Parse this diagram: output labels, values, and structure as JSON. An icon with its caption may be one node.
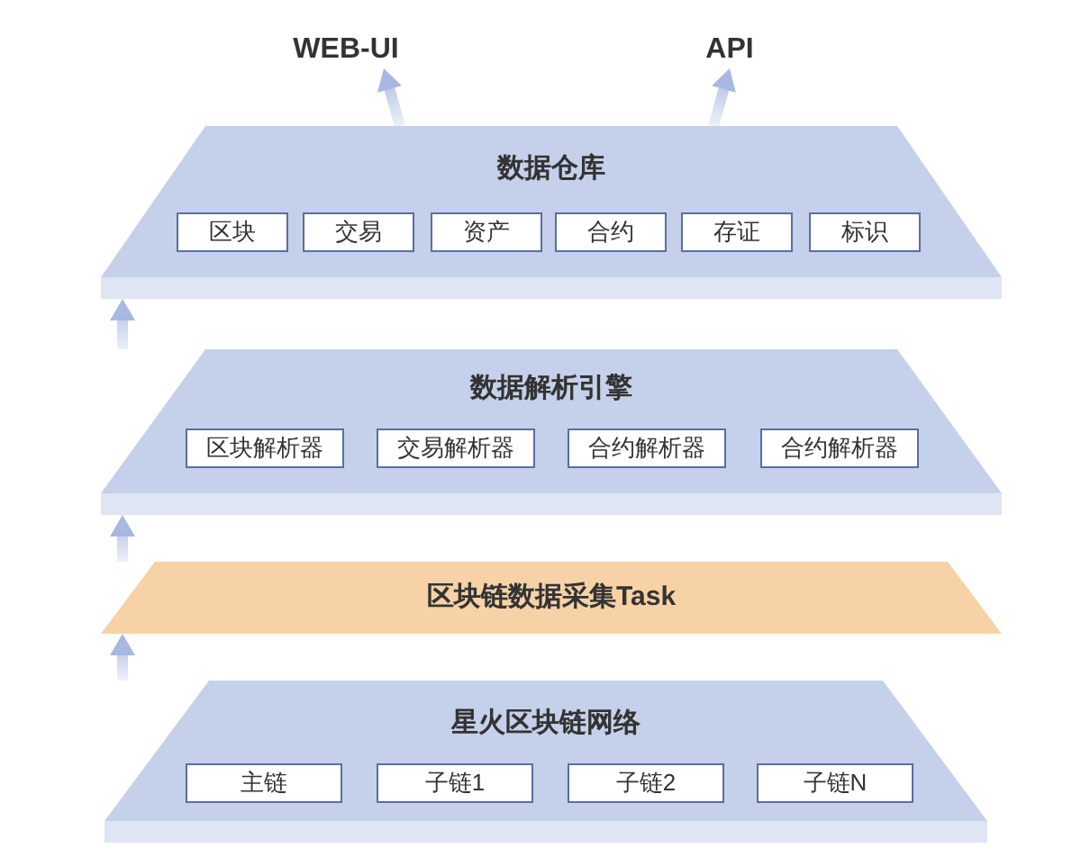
{
  "diagram": {
    "nodes": [
      {
        "text": [
          "WEB-UI"
        ]
      },
      {
        "text": [
          "API"
        ]
      },
      {
        "text": [
          "数据仓库"
        ]
      },
      {
        "text": [
          "区块"
        ],
        "in": 2
      },
      {
        "text": [
          "交易"
        ],
        "in": 2
      },
      {
        "text": [
          "资产"
        ],
        "in": 2
      },
      {
        "text": [
          "合约"
        ],
        "in": 2
      },
      {
        "text": [
          "存证"
        ],
        "in": 2
      },
      {
        "text": [
          "标识"
        ],
        "in": 2
      },
      {
        "text": [
          "数据解析引擎"
        ]
      },
      {
        "text": [
          "区块解析器"
        ],
        "in": 9
      },
      {
        "text": [
          "交易解析器"
        ],
        "in": 9
      },
      {
        "text": [
          "合约解析器"
        ],
        "in": 9
      },
      {
        "text": [
          "合约解析器"
        ],
        "in": 9
      },
      {
        "text": [
          "区块链数据采集Task"
        ]
      },
      {
        "text": [
          "星火区块链网络"
        ]
      },
      {
        "text": [
          "主链"
        ],
        "in": 15
      },
      {
        "text": [
          "子链1"
        ],
        "in": 15
      },
      {
        "text": [
          "子链2"
        ],
        "in": 15
      },
      {
        "text": [
          "子链N"
        ],
        "in": 15
      }
    ],
    "edges": [
      {
        "from": 2,
        "to": 0,
        "arrow": "to"
      },
      {
        "from": 2,
        "to": 1,
        "arrow": "to"
      },
      {
        "from": 9,
        "to": 2,
        "arrow": "to"
      },
      {
        "from": 14,
        "to": 9,
        "arrow": "to"
      },
      {
        "from": 15,
        "to": 14,
        "arrow": "to"
      }
    ]
  }
}
